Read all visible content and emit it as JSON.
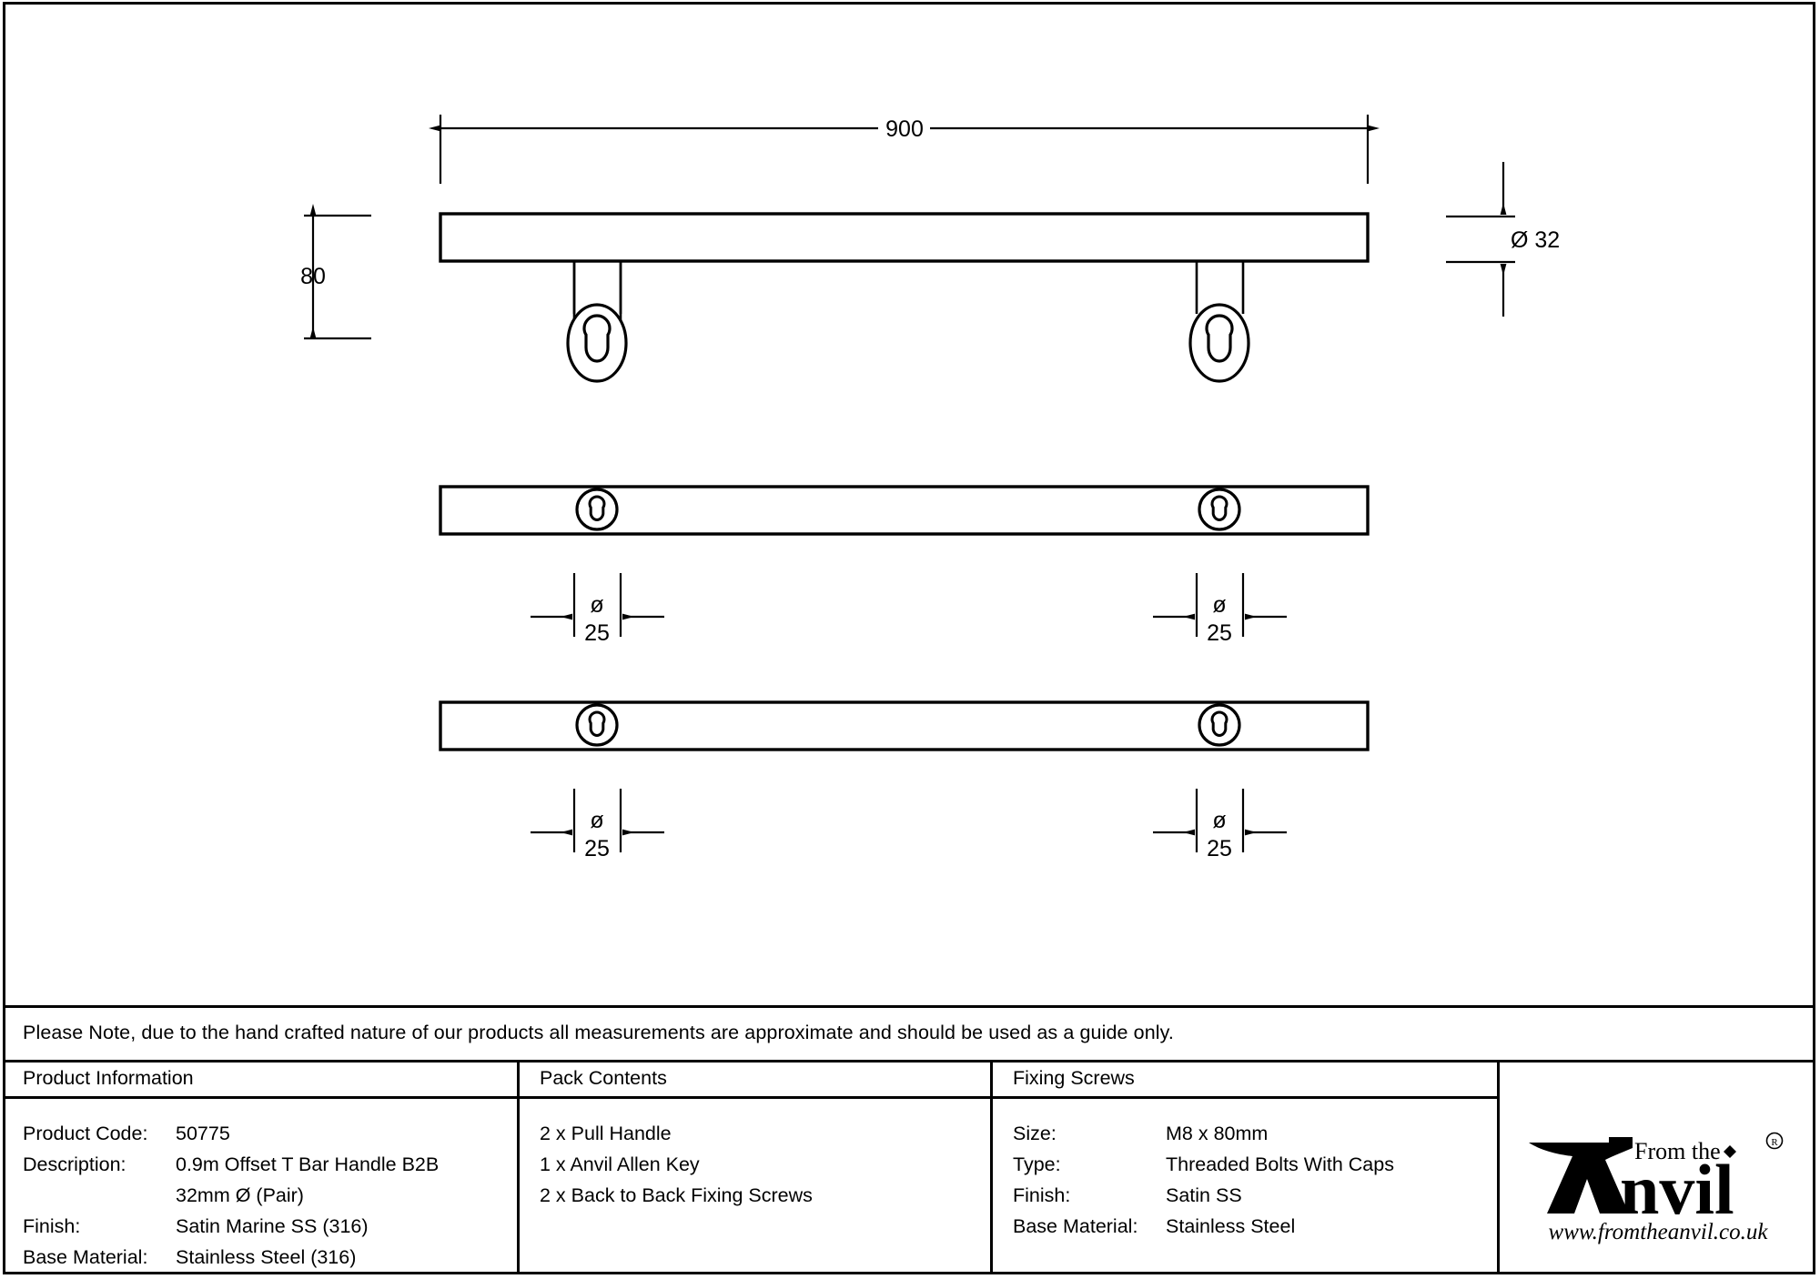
{
  "drawing": {
    "dimensions": {
      "overall_length": "900",
      "projection": "80",
      "bar_diameter": "Ø 32",
      "fixing_symbol_1": "ø",
      "fixing_value_1": "25",
      "fixing_symbol_2": "ø",
      "fixing_value_2": "25",
      "fixing_symbol_3": "ø",
      "fixing_value_3": "25",
      "fixing_symbol_4": "ø",
      "fixing_value_4": "25"
    }
  },
  "note": {
    "text": "Please Note, due to the hand crafted nature of our products all measurements are approximate and should be used as a guide only."
  },
  "product_information": {
    "header": "Product Information",
    "rows": [
      {
        "label": "Product Code:",
        "value": "50775"
      },
      {
        "label": "Description:",
        "value": "0.9m Offset T Bar Handle B2B"
      },
      {
        "label": "",
        "value": "32mm Ø (Pair)"
      },
      {
        "label": "Finish:",
        "value": "Satin Marine SS (316)"
      },
      {
        "label": "Base Material:",
        "value": "Stainless Steel (316)"
      }
    ]
  },
  "pack_contents": {
    "header": "Pack Contents",
    "items": [
      "2 x Pull Handle",
      "1 x Anvil Allen Key",
      "2 x Back to Back Fixing Screws"
    ]
  },
  "fixing_screws": {
    "header": "Fixing Screws",
    "rows": [
      {
        "label": "Size:",
        "value": "M8 x 80mm"
      },
      {
        "label": "Type:",
        "value": "Threaded Bolts With Caps"
      },
      {
        "label": "Finish:",
        "value": "Satin SS"
      },
      {
        "label": "Base Material:",
        "value": "Stainless Steel"
      }
    ]
  },
  "logo": {
    "tagline": "From the",
    "brand": "Anvil",
    "registered": "®",
    "website": "www.fromtheanvil.co.uk"
  },
  "colors": {
    "line": "#000000",
    "background": "#ffffff"
  }
}
